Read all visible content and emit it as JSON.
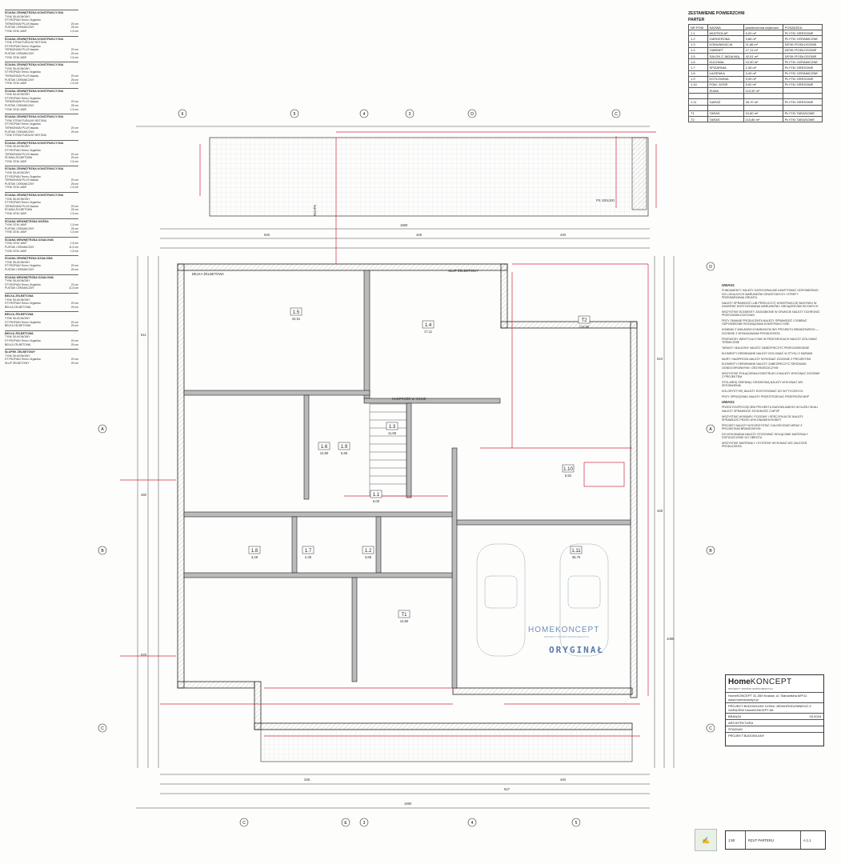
{
  "legend": [
    {
      "title": "ŚCIANA ZEWNĘTRZNA KONSTRUKCYJNA",
      "rows": [
        [
          "TYNK SILIKONOWY",
          ""
        ],
        [
          "STYROPIAN Termo Organika",
          ""
        ],
        [
          "TERMONIUM PLUS fasada",
          "20 cm"
        ],
        [
          "PUSTAK CERAMICZNY",
          "25 cm"
        ],
        [
          "TYNK CEM.-WAP.",
          "1,5 cm"
        ]
      ]
    },
    {
      "title": "ŚCIANA ZEWNĘTRZNA KONSTRUKCYJNA",
      "rows": [
        [
          "TYNK STRUKTURALNY BETONU",
          ""
        ],
        [
          "STYROPIAN Termo Organika",
          ""
        ],
        [
          "TERMONIUM PLUS fasada",
          "20 cm"
        ],
        [
          "PUSTAK CERAMICZNY",
          "25 cm"
        ],
        [
          "TYNK CEM.-WAP.",
          "1,5 cm"
        ]
      ]
    },
    {
      "title": "ŚCIANA ZEWNĘTRZNA KONSTRUKCYJNA",
      "rows": [
        [
          "TYNK SILIKONOWY",
          ""
        ],
        [
          "STYROPIAN Termo Organika",
          ""
        ],
        [
          "TERMONIUM PLUS fasada",
          "20 cm"
        ],
        [
          "PUSTAK CERAMICZNY",
          "25 cm"
        ],
        [
          "TYNK CEM.-WAP.",
          "1,5 cm"
        ]
      ]
    },
    {
      "title": "ŚCIANA ZEWNĘTRZNA KONSTRUKCYJNA",
      "rows": [
        [
          "TYNK SILIKONOWY",
          ""
        ],
        [
          "STYROPIAN Termo Organika",
          ""
        ],
        [
          "TERMONIUM PLUS fasada",
          "20 cm"
        ],
        [
          "PUSTAK CERAMICZNY",
          "25 cm"
        ],
        [
          "TYNK CEM.-WAP.",
          "1,5 cm"
        ]
      ]
    },
    {
      "title": "ŚCIANA ZEWNĘTRZNA KONSTRUKCYJNA",
      "rows": [
        [
          "TYNK STRUKTURALNY BETONU",
          ""
        ],
        [
          "STYROPIAN Termo Organika",
          ""
        ],
        [
          "TERMONIUM PLUS fasada",
          "20 cm"
        ],
        [
          "PUSTAK CERAMICZNY",
          "25 cm"
        ],
        [
          "TYNK STRUKTURALNY BETONU",
          ""
        ]
      ]
    },
    {
      "title": "ŚCIANA ZEWNĘTRZNA KONSTRUKCYJNA",
      "rows": [
        [
          "TYNK SILIKONOWY",
          ""
        ],
        [
          "STYROPIAN Termo Organika",
          ""
        ],
        [
          "TERMONIUM PLUS fasada",
          "20 cm"
        ],
        [
          "ŚCIANA ŻELBETOWA",
          "25 cm"
        ],
        [
          "TYNK CEM.-WAP.",
          "1,5 cm"
        ]
      ]
    },
    {
      "title": "ŚCIANA ZEWNĘTRZNA KONSTRUKCYJNA",
      "rows": [
        [
          "TYNK SILIKONOWY",
          ""
        ],
        [
          "STYROPIAN Termo Organika",
          ""
        ],
        [
          "TERMONIUM PLUS fasada",
          "20 cm"
        ],
        [
          "PUSTAK CERAMICZNY",
          "25 cm"
        ],
        [
          "TYNK CEM.-WAP.",
          "1,5 cm"
        ]
      ]
    },
    {
      "title": "ŚCIANA ZEWNĘTRZNA KONSTRUKCYJNA",
      "rows": [
        [
          "TYNK SILIKONOWY",
          ""
        ],
        [
          "STYROPIAN Termo Organika",
          ""
        ],
        [
          "TERMONIUM PLUS fasada",
          "20 cm"
        ],
        [
          "ŚCIANA ŻELBETOWA",
          "25 cm"
        ],
        [
          "TYNK CEM.-WAP.",
          "1,5 cm"
        ]
      ]
    },
    {
      "title": "ŚCIANA WEWNĘTRZNA NOŚNA",
      "rows": [
        [
          "TYNK CEM.-WAP.",
          "1,5 cm"
        ],
        [
          "PUSTAK CERAMICZNY",
          "25 cm"
        ],
        [
          "TYNK CEM.-WAP.",
          "1,5 cm"
        ]
      ]
    },
    {
      "title": "ŚCIANA WEWNĘTRZNA DZIAŁOWA",
      "rows": [
        [
          "TYNK CEM.-WAP.",
          "1,5 cm"
        ],
        [
          "PUSTAK CERAMICZNY",
          "11,5 cm"
        ],
        [
          "TYNK CEM.-WAP.",
          "1,5 cm"
        ]
      ]
    },
    {
      "title": "ŚCIANA ZEWNĘTRZNA DZIAŁOWA",
      "rows": [
        [
          "TYNK SILIKONOWY",
          ""
        ],
        [
          "STYROPIAN Termo Organika",
          "20 cm"
        ],
        [
          "PUSTAK CERAMICZNY",
          "25 cm"
        ]
      ]
    },
    {
      "title": "ŚCIANA WEWNĘTRZNA DZIAŁOWA",
      "rows": [
        [
          "TYNK SILIKONOWY",
          ""
        ],
        [
          "STYROPIAN Termo Organika",
          "20 cm"
        ],
        [
          "PUSTAK CERAMICZNY",
          "11,5 cm"
        ]
      ]
    },
    {
      "title": "BELKA ŻELBETOWA",
      "rows": [
        [
          "TYNK SILIKONOWY",
          ""
        ],
        [
          "STYROPIAN Termo Organika",
          "20 cm"
        ],
        [
          "BELKA ŻELBETOWA",
          "25 cm"
        ]
      ]
    },
    {
      "title": "BELKA ŻELBETOWA",
      "rows": [
        [
          "TYNK SILIKONOWY",
          ""
        ],
        [
          "STYROPIAN Termo Organika",
          "20 cm"
        ],
        [
          "BELKA ŻELBETOWA",
          "25 cm"
        ]
      ]
    },
    {
      "title": "BELKA ŻELBETOWA",
      "rows": [
        [
          "TYNK SILIKONOWY",
          ""
        ],
        [
          "STYROPIAN Termo Organika",
          "20 cm"
        ],
        [
          "BELKA ŻELBETOWA",
          "25 cm"
        ]
      ]
    },
    {
      "title": "SŁUPEK ŻELBETOWY",
      "rows": [
        [
          "TYNK SILIKONOWY",
          ""
        ],
        [
          "STYROPIAN Termo Organika",
          "20 cm"
        ],
        [
          "SŁUP ŻELBETOWY",
          "25 cm"
        ]
      ]
    }
  ],
  "summary": {
    "title": "ZESTAWIENIE POWIERZCHNI",
    "subtitle": "PARTER",
    "headers": [
      "NR POM.",
      "NAZWA",
      "powierzchnia użytkowa",
      "POSADZKA"
    ],
    "rows": [
      [
        "1.1",
        "WIATROŁAP",
        "6,00 m²",
        "PŁYTKI GRESOWE"
      ],
      [
        "1.2",
        "GARDEROBA",
        "3,68 m²",
        "PŁYTKI CERAMICZNE"
      ],
      [
        "1.3",
        "KOMUNIKACJA",
        "11,86 m²",
        "DESKI PODŁOGOWE"
      ],
      [
        "1.4",
        "GABINET",
        "17,11 m²",
        "DESKI PODŁOGOWE"
      ],
      [
        "1.5",
        "SALON Z JADALNIĄ",
        "42,51 m²",
        "DESKI PODŁOGOWE"
      ],
      [
        "1.6",
        "KUCHNIA",
        "10,90 m²",
        "PŁYTKI CERAMICZNE"
      ],
      [
        "1.7",
        "SPIŻARNIA",
        "2,35 m²",
        "PŁYTKI GRESOWE"
      ],
      [
        "1.8",
        "ŁAZIENKA",
        "3,49 m²",
        "PŁYTKI CERAMICZNE"
      ],
      [
        "1.9",
        "KOTŁOWNIA",
        "5,99 m²",
        "PŁYTKI GRESOWE"
      ],
      [
        "1.10",
        "POM. GOSP.",
        "5,92 m²",
        "PŁYTKI GRESOWE"
      ],
      [
        "",
        "SUMA",
        "110,92 m²",
        ""
      ],
      [
        "",
        "",
        "",
        ""
      ],
      [
        "1.11",
        "GARAŻ",
        "35,70 m²",
        "PŁYTKI GRESOWE"
      ],
      [
        "",
        "",
        "",
        ""
      ],
      [
        "T1",
        "TARAS",
        "10,80 m²",
        "PŁYTKI TARASOWE"
      ],
      [
        "T2",
        "TARAS",
        "110,80 m²",
        "PŁYTKI TARASOWE"
      ]
    ]
  },
  "notes": {
    "title1": "UWAGI:",
    "items1": [
      "FUNDAMENTY NALEŻY KATEGORIALNIE ADAPTOWAĆ ODPOWIEDNIO DO LOKALNYCH WARUNKÓW GRUNTOWYCH I STREFY PRZEMARZANIA GRUNTU",
      "NALEŻY SPRAWDZIĆ LUB PRZELICZYĆ KONSTRUKCJĘ BUDYNKU W ZAKRESIE DOSTOSOWANIA WARUNKÓW I OBCIĄŻEŃ MIEJSCOWYCH",
      "WSZYSTKIE ELEMENTY ZAGŁĘBIONE W GRUNCIE NALEŻY OCHRONIĆ PRZECIWWILGOCIOWO",
      "PRZY ZMIANIE PRODUCENTA NALEŻY SPRAWDZIĆ I DOBRAĆ ODPOWIEDNIE ROZWIĄZANIA KONSTRUKCYJNE",
      "KOMINKI Z WKŁADEM KOMINOWYM WG PROJEKTU BRANŻOWEGO — ZGODNIE Z WYMAGANIAMI PRODUCENTA",
      "PRZEWODY WENTYLACYJNE W PRZEGRODACH NALEŻY IZOLOWAĆ TERMICZNIE",
      "TARASY I BALKONY NALEŻY ZABEZPIECZYĆ PRZECIWWODNIE",
      "ELEMENTY DREWNIANE NALEŻY IZOLOWAĆ W STYKU Z MURAMI",
      "MURY I NADPROŻA NALEŻY WYKONAĆ ZGODNIE Z PROJEKTEM",
      "ELEMENTY DREWNIANE NALEŻY ZABEZPIECZYĆ ŚRODKAMI OGNIOCHRONNYMI I GRZYBOBÓJCZYMI",
      "WSZYSTKIE POŁĄCZENIA KONSTRUKCJI NALEŻY WYKONAĆ ZGODNIE Z PROJEKTEM",
      "STOLARKĘ OKIENNĄ I DRZWIOWĄ NALEŻY WYKONAĆ WG ZESTAWIENIA",
      "KOLORYSTYKĘ NALEŻY DOSTOSOWAĆ DO WYTYCZNYCH",
      "PRZY SPRZĄTANIU NALEŻY PRZESTRZEGAĆ PRZEPISÓW BHP"
    ],
    "title2": "UWAGI:",
    "items2": [
      "PRZED ROZPOCZĘCIEM PROJEKTU BUDOWLANEGO W DUŻEJ SKALI NALEŻY SPRAWDZIĆ ZGODNOŚĆ Z MPZP",
      "WSZYSTKIE WYMIARY, POZIOMY I SPECYFIKACJE NALEŻY SPRAWDZIĆ PRZED WYKONANIEM ROBÓT",
      "PROJEKT NALEŻY WYKORZYSTAĆ CAŁOŚCIOWO WRAZ Z PROJEKTAMI BRANŻOWYMI",
      "DO WYKONANIA NALEŻY STOSOWAĆ WYŁĄCZNIE MATERIAŁY DOPUSZCZONE DO OBROTU",
      "WSZYSTKIE MATERIAŁY I SYSTEMY WYKONAĆ WG ZALECEŃ PRODUCENTA"
    ]
  },
  "titleblock": {
    "logo_home": "Home",
    "logo_koncept": "KONCEPT",
    "tagline": "PROJEKTY DOMÓW NOWOCZESNYCH",
    "company": "HomeKONCEPT 31-059 Kraków, ul. Starowiślna 8/P/11",
    "web": "www.homekoncept.pl",
    "project": "PROJEKT BUDOWLANY DOMU JEDNORODZINNEGO Z GARAŻEM HomeKONCEPT-56",
    "branch_label": "BRANŻA",
    "branch": "ARCHITEKTURA",
    "stage_label": "STADIUM",
    "stage": "PROJEKT BUDOWLANY",
    "date": "03.2018"
  },
  "bottom_box": {
    "scale": "1:50",
    "title": "RZUT PARTERU",
    "number": "A 1.1"
  },
  "stamp": {
    "line1": "HOMEKONCEPT",
    "line2": "PROJEKTY DOMÓW NOWOCZESNYCH",
    "line3": "ORYGINAŁ"
  },
  "axes_top": [
    "6",
    "5",
    "4",
    "3",
    "D",
    "C"
  ],
  "axes_bottom": [
    "C",
    "E",
    "3",
    "4",
    "5"
  ],
  "axes_left": [
    "A",
    "B",
    "C"
  ],
  "axes_right": [
    "D",
    "A",
    "B",
    "C"
  ],
  "rooms": [
    {
      "id": "1.5",
      "area": "42,51"
    },
    {
      "id": "1.4",
      "area": "17,11"
    },
    {
      "id": "1.3",
      "area": "11,86"
    },
    {
      "id": "1.6",
      "area": "10,90"
    },
    {
      "id": "1.7",
      "area": "2,35"
    },
    {
      "id": "1.8",
      "area": "3,49"
    },
    {
      "id": "1.2",
      "area": "3,68"
    },
    {
      "id": "1.10",
      "area": "5,92"
    },
    {
      "id": "1.11",
      "area": "35,70"
    },
    {
      "id": "1.1",
      "area": "6,00"
    },
    {
      "id": "1.9",
      "area": "5,99"
    },
    {
      "id": "T1",
      "area": "10,80"
    },
    {
      "id": "T2",
      "area": "110,80"
    }
  ],
  "dims": {
    "top_total": "1660",
    "top_a": "540",
    "top_b": "428",
    "top_c": "440",
    "bottom_total": "1660",
    "bottom_a": "440",
    "bottom_b": "348",
    "bottom_c": "627",
    "left_a": "611",
    "left_b": "460",
    "left_c": "525",
    "right_a": "510",
    "right_b": "428",
    "right_c": "1085"
  },
  "annot": {
    "beam": "BELKA ŻELBETOWA",
    "lintel": "NADPROŻE W OSNIE",
    "column": "SŁUP ŻELBETOWY",
    "ps": "PS 100x100",
    "ribbon": "RIGIPS"
  },
  "colors": {
    "line": "#222222",
    "red": "#d1273f",
    "hatch": "#888888",
    "stamp": "#6f8fb8"
  }
}
